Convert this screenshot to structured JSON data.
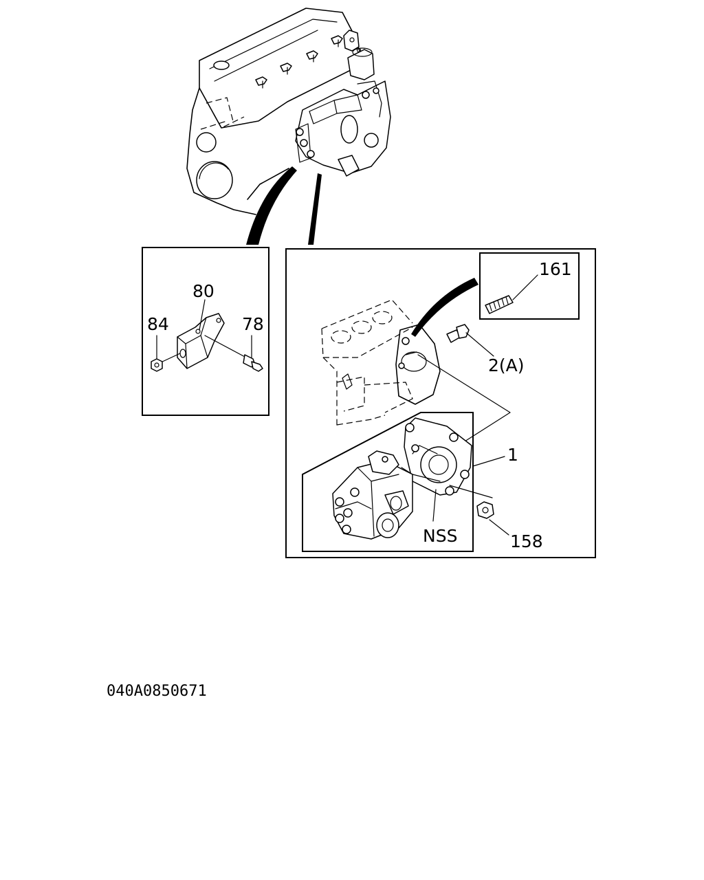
{
  "callouts": {
    "c80": "80",
    "c84": "84",
    "c78": "78",
    "c161": "161",
    "c2a": "2(A)",
    "c1": "1",
    "c158": "158",
    "nss": "NSS"
  },
  "figure_code": "040A0850671"
}
